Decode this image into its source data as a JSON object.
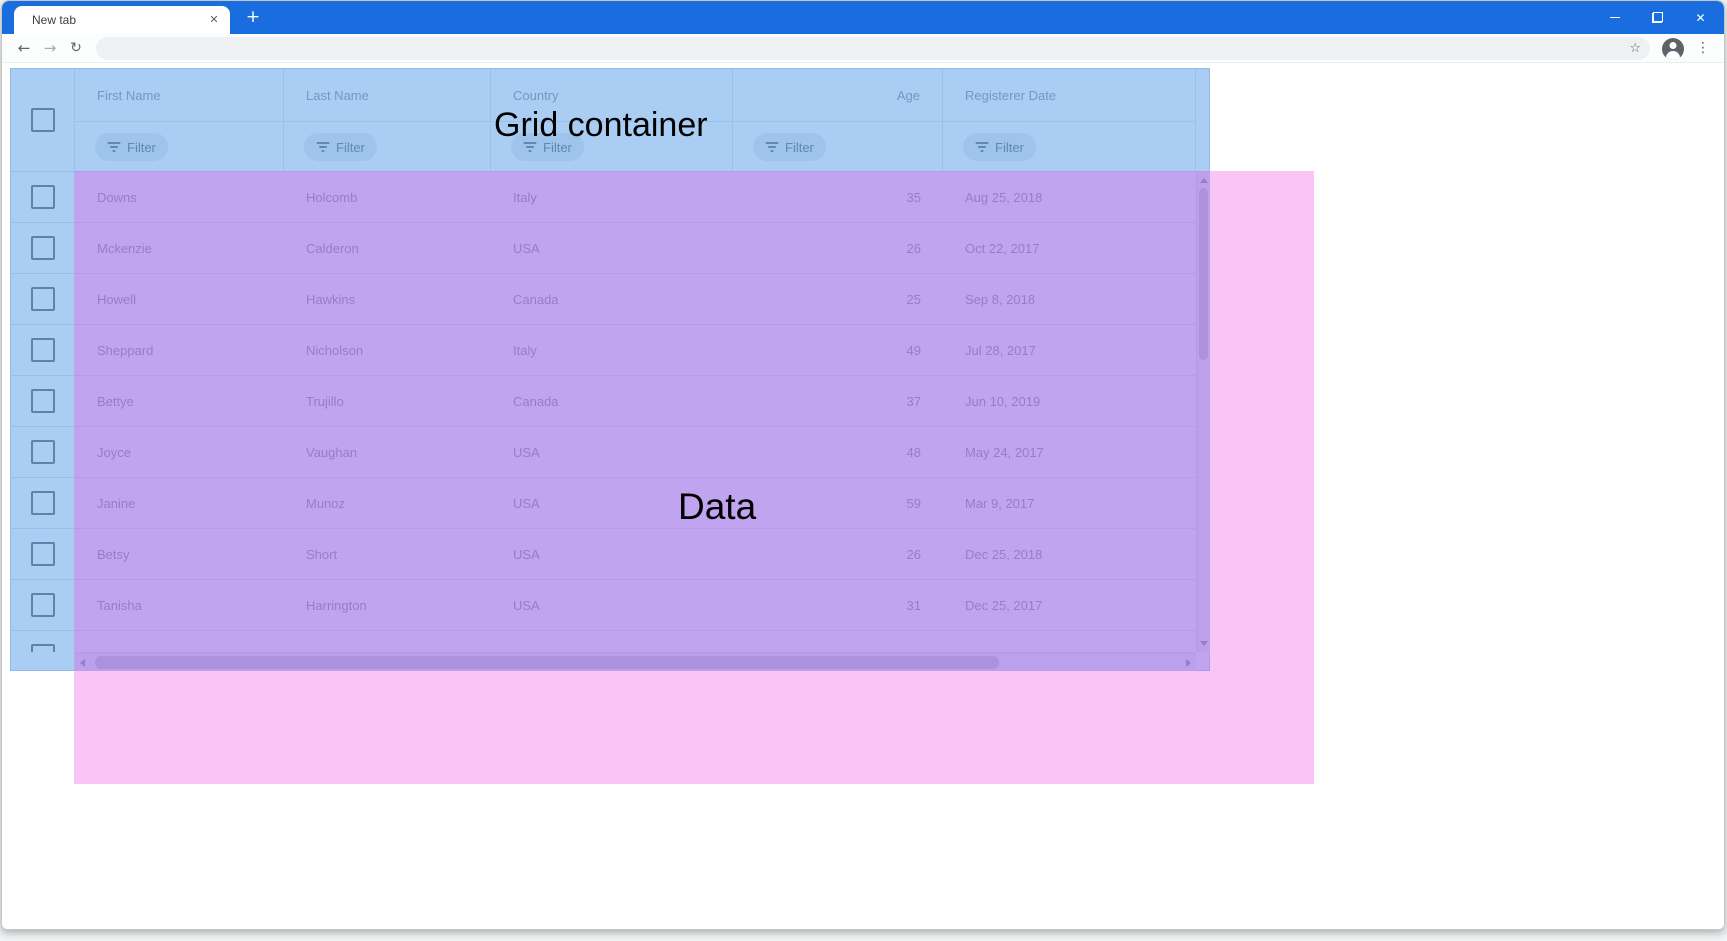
{
  "browser": {
    "tab_title": "New tab",
    "tab_close_glyph": "✕",
    "new_tab_glyph": "+",
    "window_close_glyph": "✕",
    "back_glyph": "←",
    "forward_glyph": "→",
    "reload_glyph": "↻",
    "bookmark_glyph": "☆",
    "menu_glyph": "⋮",
    "url_value": "",
    "theme_blue": "#1a6dde"
  },
  "overlays": {
    "grid_container_label": "Grid container",
    "data_label": "Data",
    "blue_style": "background:rgba(64,144,228,0.45)",
    "pink_style": "background:rgba(238,89,232,0.35)"
  },
  "grid": {
    "filter_label": "Filter",
    "columns": [
      {
        "label": "First Name"
      },
      {
        "label": "Last Name"
      },
      {
        "label": "Country"
      },
      {
        "label": "Age"
      },
      {
        "label": "Registerer Date"
      }
    ],
    "rows": [
      {
        "first_name": "Downs",
        "last_name": "Holcomb",
        "country": "Italy",
        "age": "35",
        "registerer_date": "Aug 25, 2018"
      },
      {
        "first_name": "Mckenzie",
        "last_name": "Calderon",
        "country": "USA",
        "age": "26",
        "registerer_date": "Oct 22, 2017"
      },
      {
        "first_name": "Howell",
        "last_name": "Hawkins",
        "country": "Canada",
        "age": "25",
        "registerer_date": "Sep 8, 2018"
      },
      {
        "first_name": "Sheppard",
        "last_name": "Nicholson",
        "country": "Italy",
        "age": "49",
        "registerer_date": "Jul 28, 2017"
      },
      {
        "first_name": "Bettye",
        "last_name": "Trujillo",
        "country": "Canada",
        "age": "37",
        "registerer_date": "Jun 10, 2019"
      },
      {
        "first_name": "Joyce",
        "last_name": "Vaughan",
        "country": "USA",
        "age": "48",
        "registerer_date": "May 24, 2017"
      },
      {
        "first_name": "Janine",
        "last_name": "Munoz",
        "country": "USA",
        "age": "59",
        "registerer_date": "Mar 9, 2017"
      },
      {
        "first_name": "Betsy",
        "last_name": "Short",
        "country": "USA",
        "age": "26",
        "registerer_date": "Dec 25, 2018"
      },
      {
        "first_name": "Tanisha",
        "last_name": "Harrington",
        "country": "USA",
        "age": "31",
        "registerer_date": "Dec 25, 2017"
      }
    ]
  }
}
